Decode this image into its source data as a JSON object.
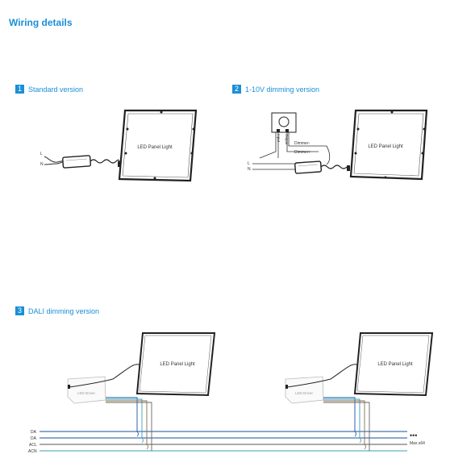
{
  "page": {
    "title": "Wiring details"
  },
  "sections": [
    {
      "number": "1",
      "label": "Standard version",
      "panel_label": "LED Panel Light",
      "input_labels": [
        "L",
        "N"
      ]
    },
    {
      "number": "2",
      "label": "1-10V dimming version",
      "panel_label": "LED Panel Light",
      "input_labels": [
        "L",
        "N"
      ],
      "dimmer_labels": {
        "input": "Input",
        "output": "Output",
        "dimminus": "Dimmer-",
        "dimplus": "Dimmer+"
      }
    },
    {
      "number": "3",
      "label": "DALI dimming version",
      "panel_label": "LED Panel Light",
      "driver_label": "LED Driver",
      "bus_labels": [
        "DA",
        "DA",
        "ACL",
        "ACN"
      ],
      "max_label": "Max.x64",
      "ellipsis": "•••"
    }
  ]
}
